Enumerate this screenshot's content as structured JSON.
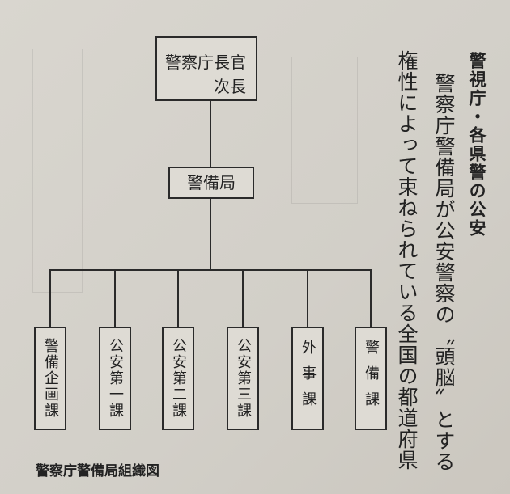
{
  "org_chart": {
    "top": {
      "line1": "警察庁長官",
      "line2": "次長"
    },
    "bureau": "警備局",
    "divisions": [
      {
        "label": "警備企画課"
      },
      {
        "label": "公安第一課"
      },
      {
        "label": "公安第二課"
      },
      {
        "label": "公安第三課"
      },
      {
        "label": "外事課"
      },
      {
        "label": "警備課"
      }
    ],
    "caption": "警察庁警備局組織図"
  },
  "text": {
    "heading": "警視庁・各県警の公安",
    "col1": "警察庁警備局が公安警察の〝頭脳〟とする",
    "col2": "権性によって束ねられている全国の都道府県"
  }
}
